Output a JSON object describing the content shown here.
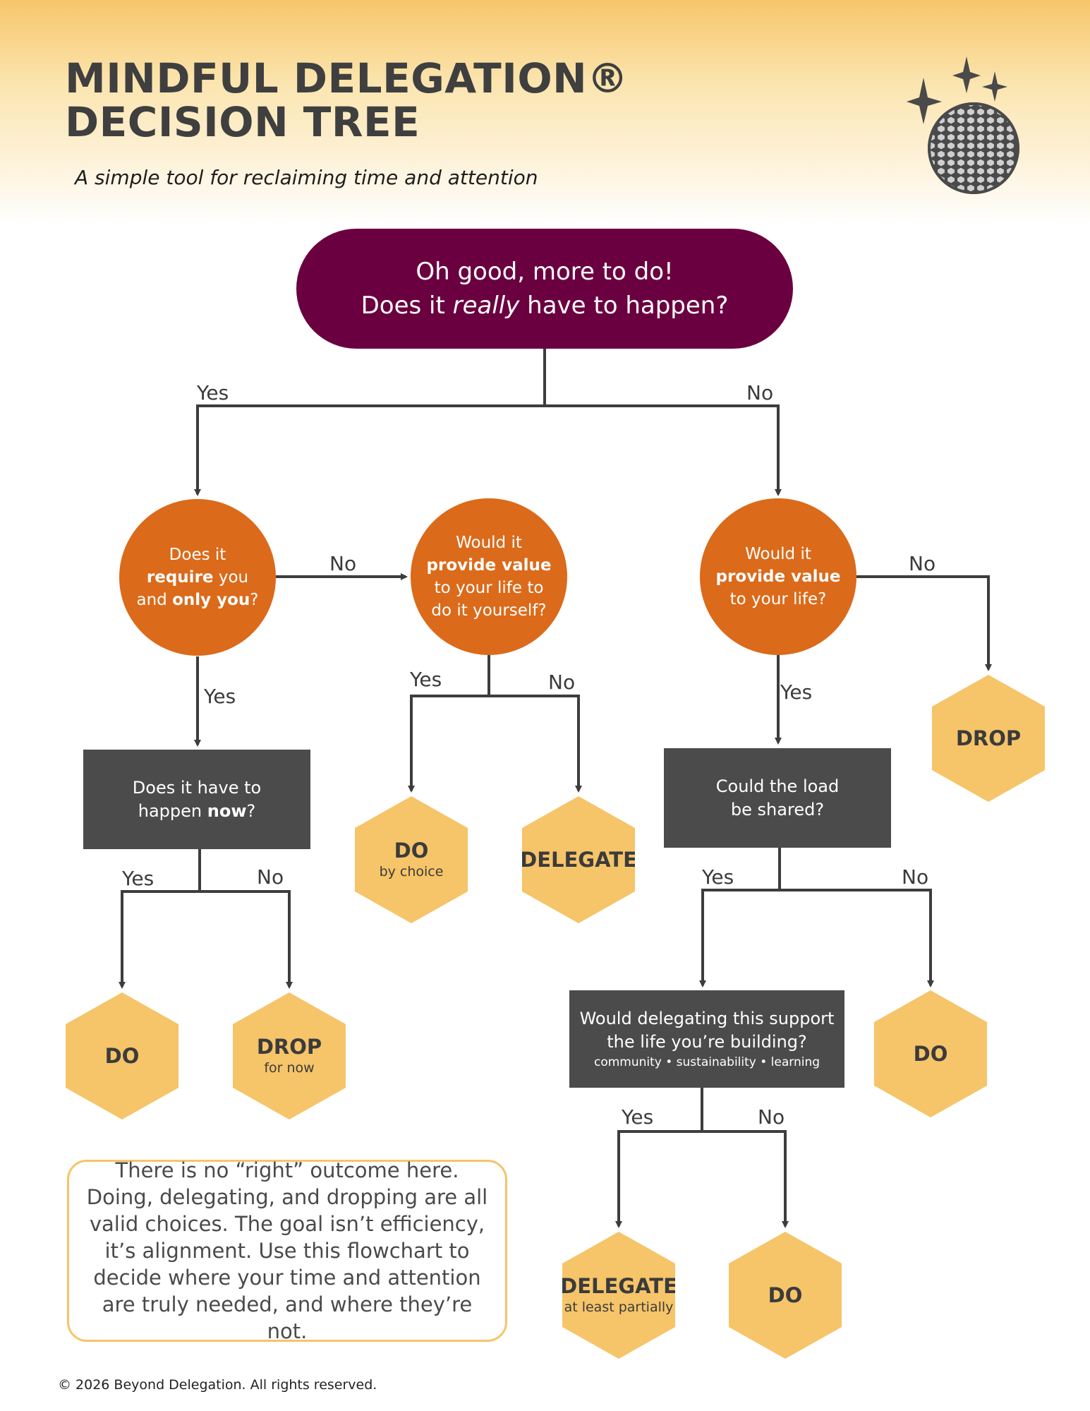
{
  "header": {
    "title_line1": "MINDFUL DELEGATION®",
    "title_line2": "DECISION TREE",
    "subtitle": "A simple tool for reclaiming time and attention"
  },
  "start": {
    "line1": "Oh good, more to do!",
    "line2_pre": "Does it ",
    "line2_em": "really",
    "line2_post": " have to happen?"
  },
  "q_require": {
    "p1": "Does it",
    "p2": "require",
    "p3": " you",
    "p4": "and ",
    "p5": "only you",
    "p6": "?"
  },
  "q_value_yourself": {
    "p1": "Would it",
    "p2": "provide value",
    "p3": "to your life to",
    "p4": "do it yourself?"
  },
  "q_value_life": {
    "p1": "Would it",
    "p2": "provide value",
    "p3": "to your life?"
  },
  "q_now": {
    "p1": "Does it have to",
    "p2": "happen ",
    "p3": "now",
    "p4": "?"
  },
  "q_shared": {
    "p1": "Could the load",
    "p2": "be shared?"
  },
  "q_support": {
    "p1": "Would delegating this support",
    "p2": "the life you’re building?",
    "p3": "community • sustainability • learning"
  },
  "outcomes": {
    "do_by_choice": {
      "main": "DO",
      "sub": "by choice"
    },
    "delegate": {
      "main": "DELEGATE"
    },
    "drop_right": {
      "main": "DROP"
    },
    "do_left": {
      "main": "DO"
    },
    "drop_for_now": {
      "main": "DROP",
      "sub": "for now"
    },
    "do_shared_no": {
      "main": "DO"
    },
    "delegate_partial": {
      "main": "DELEGATE",
      "sub": "at least partially"
    },
    "do_bottom": {
      "main": "DO"
    }
  },
  "labels": {
    "yes": "Yes",
    "no": "No"
  },
  "note": "There is no “right” outcome here. Doing, delegating, and dropping are all valid choices. The goal isn’t efficiency, it’s alignment. Use this flowchart to decide where your time and attention are truly needed, and where they’re not.",
  "footer": "© 2026 Beyond Delegation. All rights reserved.",
  "colors": {
    "start": "#6b0040",
    "question_circle": "#db6a1a",
    "question_box": "#4b4b4b",
    "outcome_hex": "#f6c469",
    "connector": "#3d3d3d"
  },
  "icons": [
    "sparkle-icon",
    "disco-ball-icon"
  ]
}
